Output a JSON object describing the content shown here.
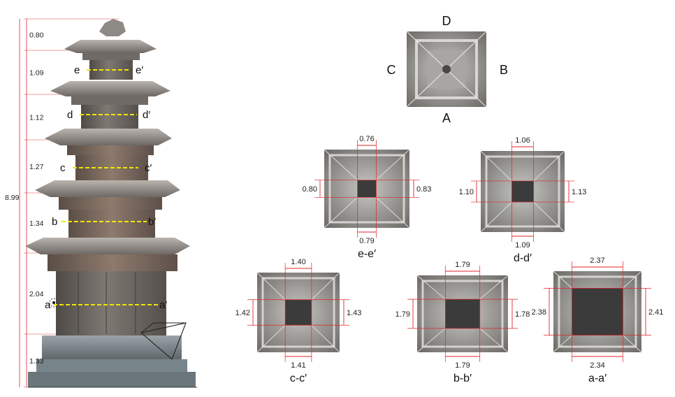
{
  "elevation": {
    "total": "8.99",
    "segments": [
      "0.80",
      "1.09",
      "1.12",
      "1.27",
      "1.34",
      "2.04",
      "1.33"
    ],
    "section_marks": [
      {
        "left": "e",
        "right": "e′"
      },
      {
        "left": "d",
        "right": "d′"
      },
      {
        "left": "c",
        "right": "c′"
      },
      {
        "left": "b",
        "right": "b′"
      },
      {
        "left": "a",
        "right": "a′"
      }
    ]
  },
  "plan_view": {
    "north": "D",
    "south": "A",
    "west": "C",
    "east": "B"
  },
  "sections": [
    {
      "caption": "e-e′",
      "top": "0.76",
      "bottom": "0.79",
      "left": "0.80",
      "right": "0.83"
    },
    {
      "caption": "d-d′",
      "top": "1.06",
      "bottom": "1.09",
      "left": "1.10",
      "right": "1.13"
    },
    {
      "caption": "c-c′",
      "top": "1.40",
      "bottom": "1.41",
      "left": "1.42",
      "right": "1.43"
    },
    {
      "caption": "b-b′",
      "top": "1.79",
      "bottom": "1.79",
      "left": "1.79",
      "right": "1.78"
    },
    {
      "caption": "a-a′",
      "top": "2.37",
      "bottom": "2.34",
      "left": "2.38",
      "right": "2.41"
    }
  ],
  "colors": {
    "dimension_line": "#e0262b",
    "section_line": "#f2e600",
    "stone": "#8c8680",
    "core": "#3b3b3b"
  }
}
